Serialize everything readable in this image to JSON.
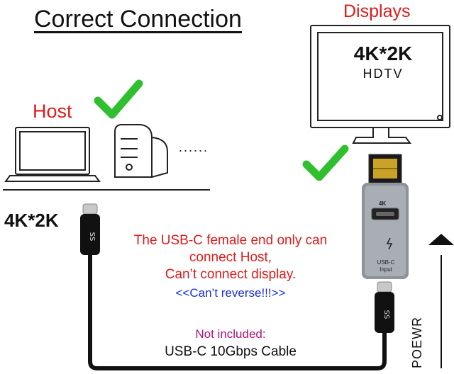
{
  "title": "Correct Connection",
  "displays_label": "Displays",
  "host_label": "Host",
  "ellipsis": "......",
  "monitor": {
    "resolution": "4K*2K",
    "type": "HDTV"
  },
  "left_resolution": "4K*2K",
  "warning": {
    "lines": [
      "The USB-C female end only can",
      "connect Host,",
      "Can’t connect display."
    ],
    "color": "#e01a1a"
  },
  "reverse_note": "<<Can’t reverse!!!>>",
  "not_included": "Not included:",
  "cable_label": "USB-C 10Gbps Cable",
  "power_label": "POEWR",
  "adapter": {
    "badge": "4K",
    "port_label_line1": "USB-C",
    "port_label_line2": "Input"
  },
  "colors": {
    "check": "#2fbf2f",
    "accent_red": "#e01a1a",
    "blue_note": "#1a2fd6",
    "magenta_note": "#b0127a"
  }
}
